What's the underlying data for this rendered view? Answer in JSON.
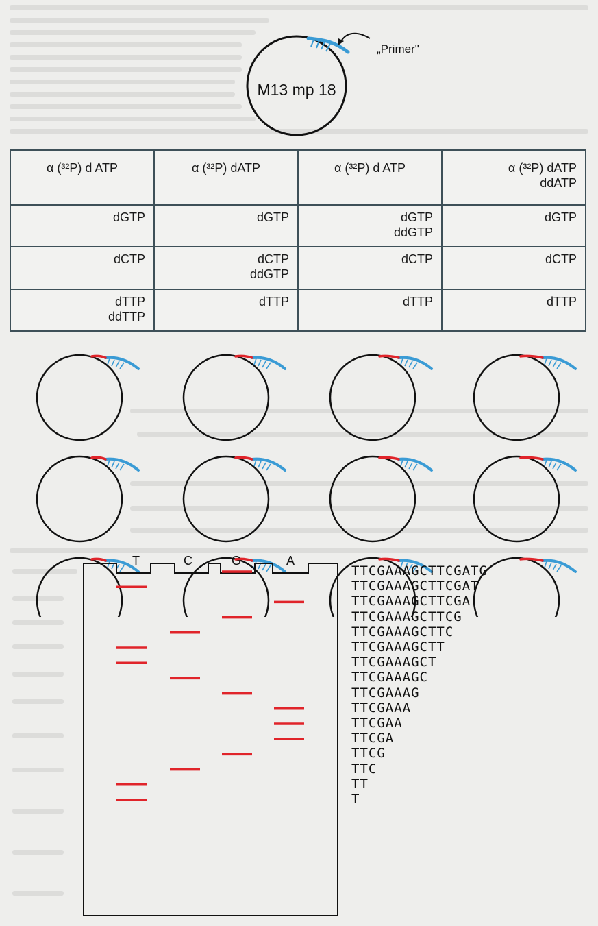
{
  "top": {
    "plasmid_name": "M13 mp 18",
    "primer_label": "„Primer\""
  },
  "table": {
    "rows": [
      [
        [
          "α (³²P) d ATP"
        ],
        [
          "α (³²P) dATP"
        ],
        [
          "α (³²P) d ATP"
        ],
        [
          "α (³²P) dATP",
          "ddATP"
        ]
      ],
      [
        [
          "dGTP"
        ],
        [
          "dGTP"
        ],
        [
          "dGTP",
          "ddGTP"
        ],
        [
          "dGTP"
        ]
      ],
      [
        [
          "dCTP"
        ],
        [
          "dCTP",
          "ddGTP"
        ],
        [
          "dCTP"
        ],
        [
          "dCTP"
        ]
      ],
      [
        [
          "dTTP",
          "ddTTP"
        ],
        [
          "dTTP"
        ],
        [
          "dTTP"
        ],
        [
          "dTTP"
        ]
      ]
    ]
  },
  "gel": {
    "lanes": [
      "T",
      "C",
      "G",
      "A"
    ],
    "sequences": [
      "TTCGAAAGCTTCGATG",
      "TTCGAAAGCTTCGAT",
      "TTCGAAAGCTTCGA",
      "TTCGAAAGCTTCG",
      "TTCGAAAGCTTC",
      "TTCGAAAGCTT",
      "TTCGAAAGCT",
      "TTCGAAAGC",
      "TTCGAAAG",
      "TTCGAAA",
      "TTCGAA",
      "TTCGA",
      "TTCG",
      "TTC",
      "TT",
      "T"
    ]
  },
  "colors": {
    "band": "#e0242a",
    "primer": "#3a9bd5",
    "table_border": "#3e5058"
  }
}
